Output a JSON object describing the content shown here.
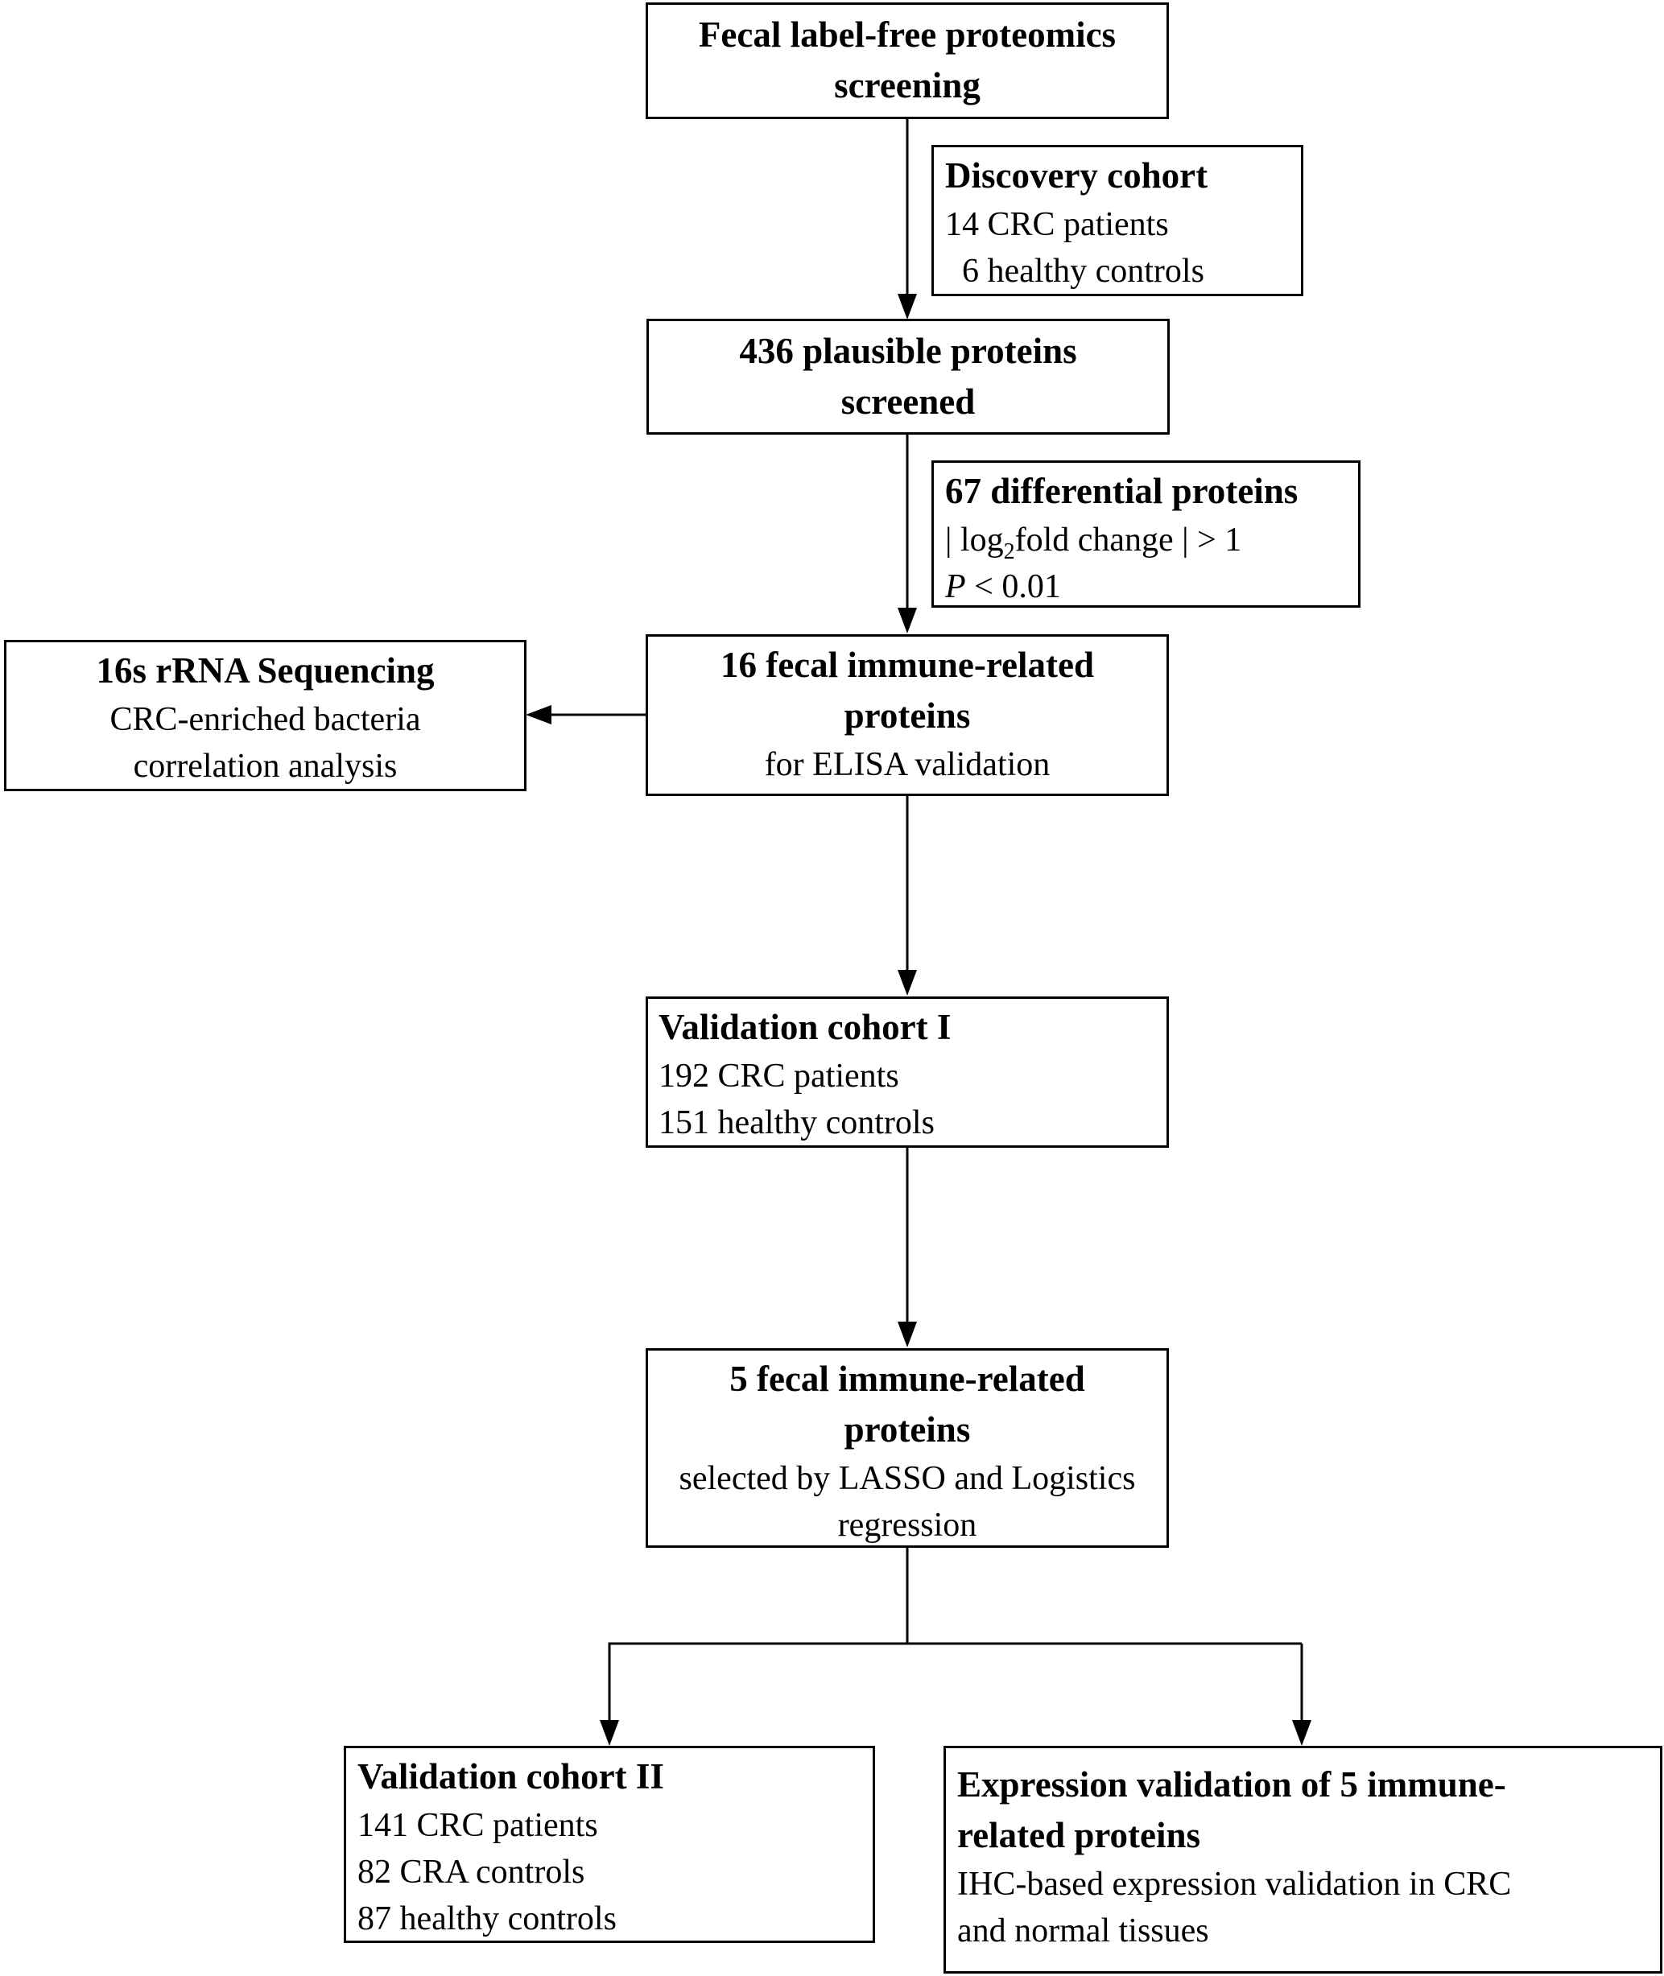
{
  "boxes": {
    "screening": {
      "title_lines": [
        "Fecal label-free proteomics",
        "screening"
      ]
    },
    "discovery": {
      "title": "Discovery cohort",
      "lines": [
        "14 CRC patients",
        "6 healthy controls"
      ]
    },
    "plausible": {
      "title_lines": [
        "436 plausible proteins",
        "screened"
      ]
    },
    "differential": {
      "title": "67 differential proteins",
      "fold_prefix": "| log",
      "fold_sub": "2",
      "fold_suffix": "fold change | > 1",
      "p_symbol": "P",
      "p_rest": " < 0.01"
    },
    "immune16": {
      "title_lines": [
        "16 fecal immune-related",
        "proteins"
      ],
      "subtitle": "for ELISA validation"
    },
    "rrna": {
      "title": "16s rRNA Sequencing",
      "lines": [
        "CRC-enriched bacteria",
        "correlation analysis"
      ]
    },
    "validation1": {
      "title": "Validation cohort I",
      "lines": [
        "192 CRC patients",
        "151 healthy controls"
      ]
    },
    "immune5": {
      "title_lines": [
        "5 fecal immune-related",
        "proteins"
      ],
      "lines": [
        "selected by LASSO and Logistics",
        "regression"
      ]
    },
    "validation2": {
      "title": "Validation cohort II",
      "lines": [
        "141 CRC patients",
        "82 CRA controls",
        "87 healthy controls"
      ]
    },
    "expression": {
      "title_lines": [
        "Expression validation of 5 immune-",
        "related proteins"
      ],
      "lines": [
        "IHC-based expression validation in CRC",
        "and normal tissues"
      ]
    }
  }
}
